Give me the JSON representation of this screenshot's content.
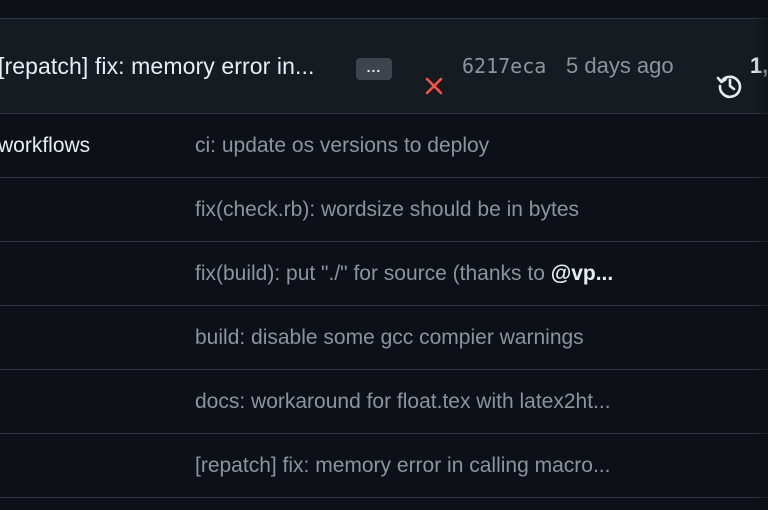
{
  "commit": {
    "message": "[repatch] fix: memory error in...",
    "more_label": "...",
    "status_icon": "x-icon",
    "status_color": "#f85149",
    "sha": "6217eca",
    "time": "5 days ago",
    "history_icon": "history-icon",
    "history_count": "1,"
  },
  "files": [
    {
      "name": "workflows",
      "message": "ci: update os versions to deploy"
    },
    {
      "name": "",
      "message": "fix(check.rb): wordsize should be in bytes"
    },
    {
      "name": "",
      "message": "fix(build): put \"./\" for source (thanks to ",
      "mention": "@vp..."
    },
    {
      "name": "",
      "message": "build: disable some gcc compier warnings"
    },
    {
      "name": "",
      "message": "docs: workaround for float.tex with latex2ht..."
    },
    {
      "name": "",
      "message": "[repatch] fix: memory error in calling macro..."
    }
  ],
  "colors": {
    "background": "#0d1117",
    "header_background": "#161b22",
    "border": "#30363d",
    "text_primary": "#e6edf3",
    "text_muted": "#8b949e",
    "danger": "#f85149"
  }
}
